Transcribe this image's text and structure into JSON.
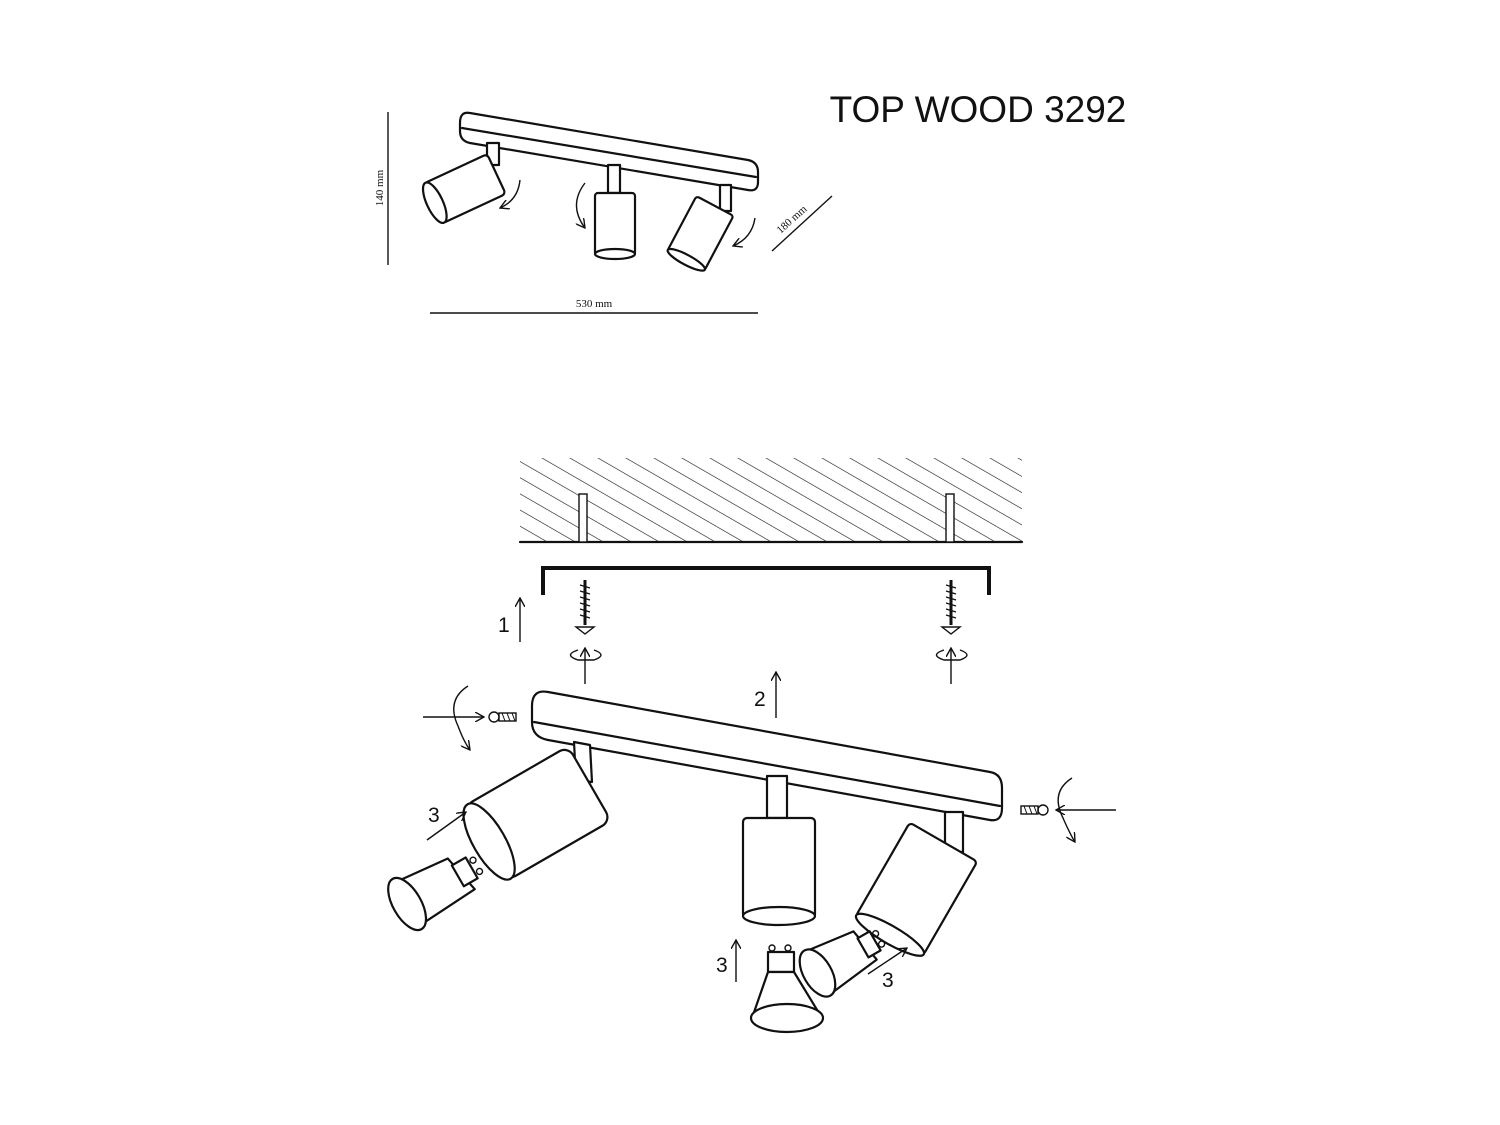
{
  "title": "TOP WOOD 3292",
  "dimensions": {
    "height": "140 mm",
    "depth": "180 mm",
    "width": "530 mm"
  },
  "steps": {
    "mount_bracket": "1",
    "attach_bar": "2",
    "insert_bulb_left": "3",
    "insert_bulb_center": "3",
    "insert_bulb_right": "3"
  }
}
